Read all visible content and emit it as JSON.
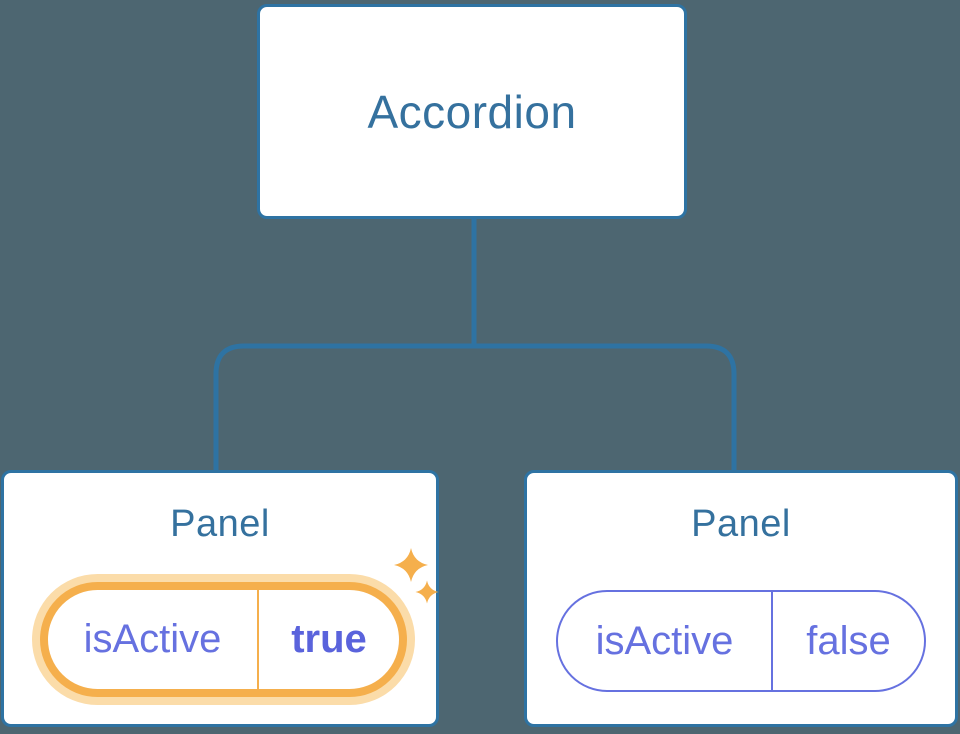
{
  "diagram": {
    "root": {
      "label": "Accordion"
    },
    "panels": [
      {
        "title": "Panel",
        "state": {
          "key": "isActive",
          "value": "true",
          "highlighted": true
        }
      },
      {
        "title": "Panel",
        "state": {
          "key": "isActive",
          "value": "false",
          "highlighted": false
        }
      }
    ]
  },
  "icons": {
    "state_change": "sparkle-icon"
  },
  "colors": {
    "background": "#4D6671",
    "line": "#2E73A3",
    "box-bg": "#FFFFFF",
    "heading": "#35719E",
    "state-text": "#6671E0",
    "state-value-active": "#5A63DC",
    "highlight": "#F5AF4C",
    "highlight-glow": "#FBDCA9"
  }
}
